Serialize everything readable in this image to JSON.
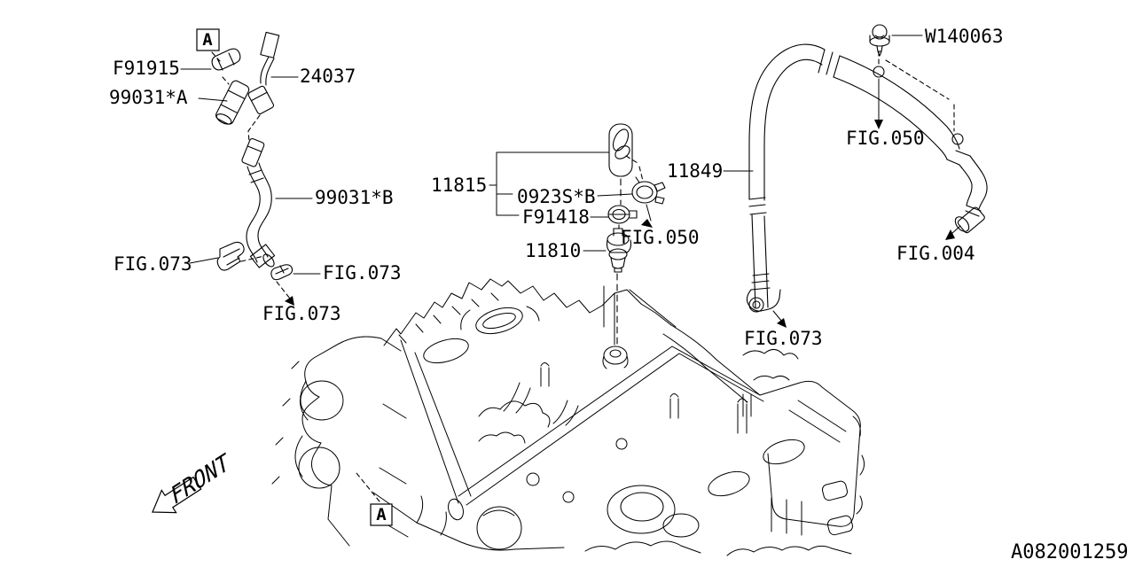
{
  "colors": {
    "background": "#ffffff",
    "ink": "#000000"
  },
  "markers": {
    "top": "A",
    "bottom": "A"
  },
  "left_group": {
    "clamp": "F91915",
    "vent_hose_a": "99031*A",
    "harness": "24037",
    "vent_hose_b": "99031*B",
    "fig_clip_left": "FIG.073",
    "fig_clip_right": "FIG.073",
    "fig_arrow": "FIG.073"
  },
  "center_group": {
    "hose_assy": "11815",
    "clamp_a": "0923S*B",
    "clamp_b": "F91418",
    "fig_ref": "FIG.050",
    "pcv_valve": "11810"
  },
  "right_group": {
    "hose": "11849",
    "clip": "W140063",
    "fig_top": "FIG.050",
    "fig_right": "FIG.004",
    "fig_bottom": "FIG.073"
  },
  "footer": {
    "front_label": "FRONT",
    "drawing_number": "A082001259"
  }
}
